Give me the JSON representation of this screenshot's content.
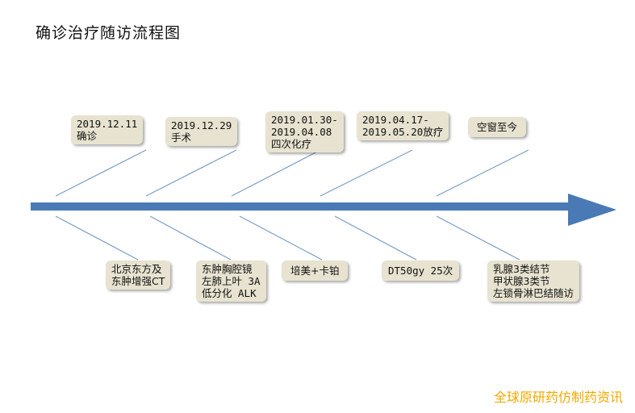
{
  "title": "确诊治疗随访流程图",
  "top_events": [
    {
      "lines": [
        "2019.12.11",
        "确诊"
      ]
    },
    {
      "lines": [
        "2019.12.29",
        "手术"
      ]
    },
    {
      "lines": [
        "2019.01.30-",
        "2019.04.08",
        "四次化疗"
      ]
    },
    {
      "lines": [
        "2019.04.17-",
        "2019.05.20放疗"
      ]
    },
    {
      "lines": [
        "空窗至今"
      ]
    }
  ],
  "bottom_events": [
    {
      "lines": [
        "北京东方及",
        "东肿增强CT"
      ]
    },
    {
      "lines": [
        "东肿胸腔镜",
        "左肺上叶 3A",
        "低分化 ALK"
      ]
    },
    {
      "lines": [
        "培美+卡铂"
      ]
    },
    {
      "lines": [
        "DT50gy 25次"
      ]
    },
    {
      "lines": [
        "乳腺3类结节",
        "甲状腺3类节",
        "左锁骨淋巴结随访"
      ]
    }
  ],
  "watermark": "全球原研药仿制药资讯",
  "colors": {
    "arrow": "#4a7ab5",
    "connector": "#7a9cc6",
    "box_bg": "#e7e3d0",
    "watermark": "#f2a900"
  }
}
